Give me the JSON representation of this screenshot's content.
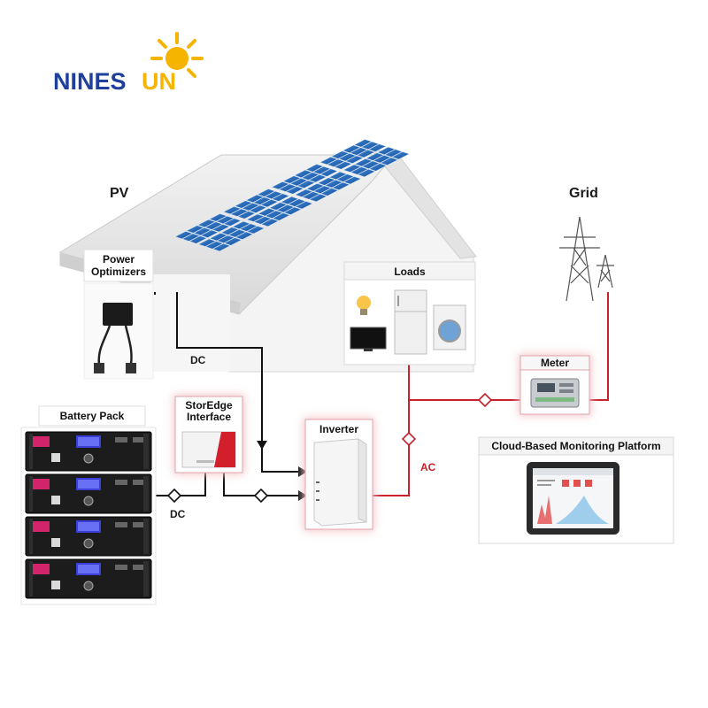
{
  "brand": {
    "name_left": "NINES",
    "name_right": "UN"
  },
  "labels": {
    "pv": "PV",
    "grid": "Grid",
    "loads": "Loads",
    "power_optimizers_line1": "Power",
    "power_optimizers_line2": "Optimizers",
    "storedge_line1": "StorEdge",
    "storedge_line2": "Interface",
    "battery_pack": "Battery Pack",
    "inverter": "Inverter",
    "meter": "Meter",
    "cloud_platform": "Cloud-Based Monitoring Platform",
    "dc_upper": "DC",
    "dc_lower": "DC",
    "ac": "AC"
  },
  "colors": {
    "brand_blue": "#1f3f9c",
    "brand_sun": "#f5b400",
    "ac_line": "#c8202c",
    "dc_line": "#111111",
    "panel_blue": "#1e5fa8"
  }
}
